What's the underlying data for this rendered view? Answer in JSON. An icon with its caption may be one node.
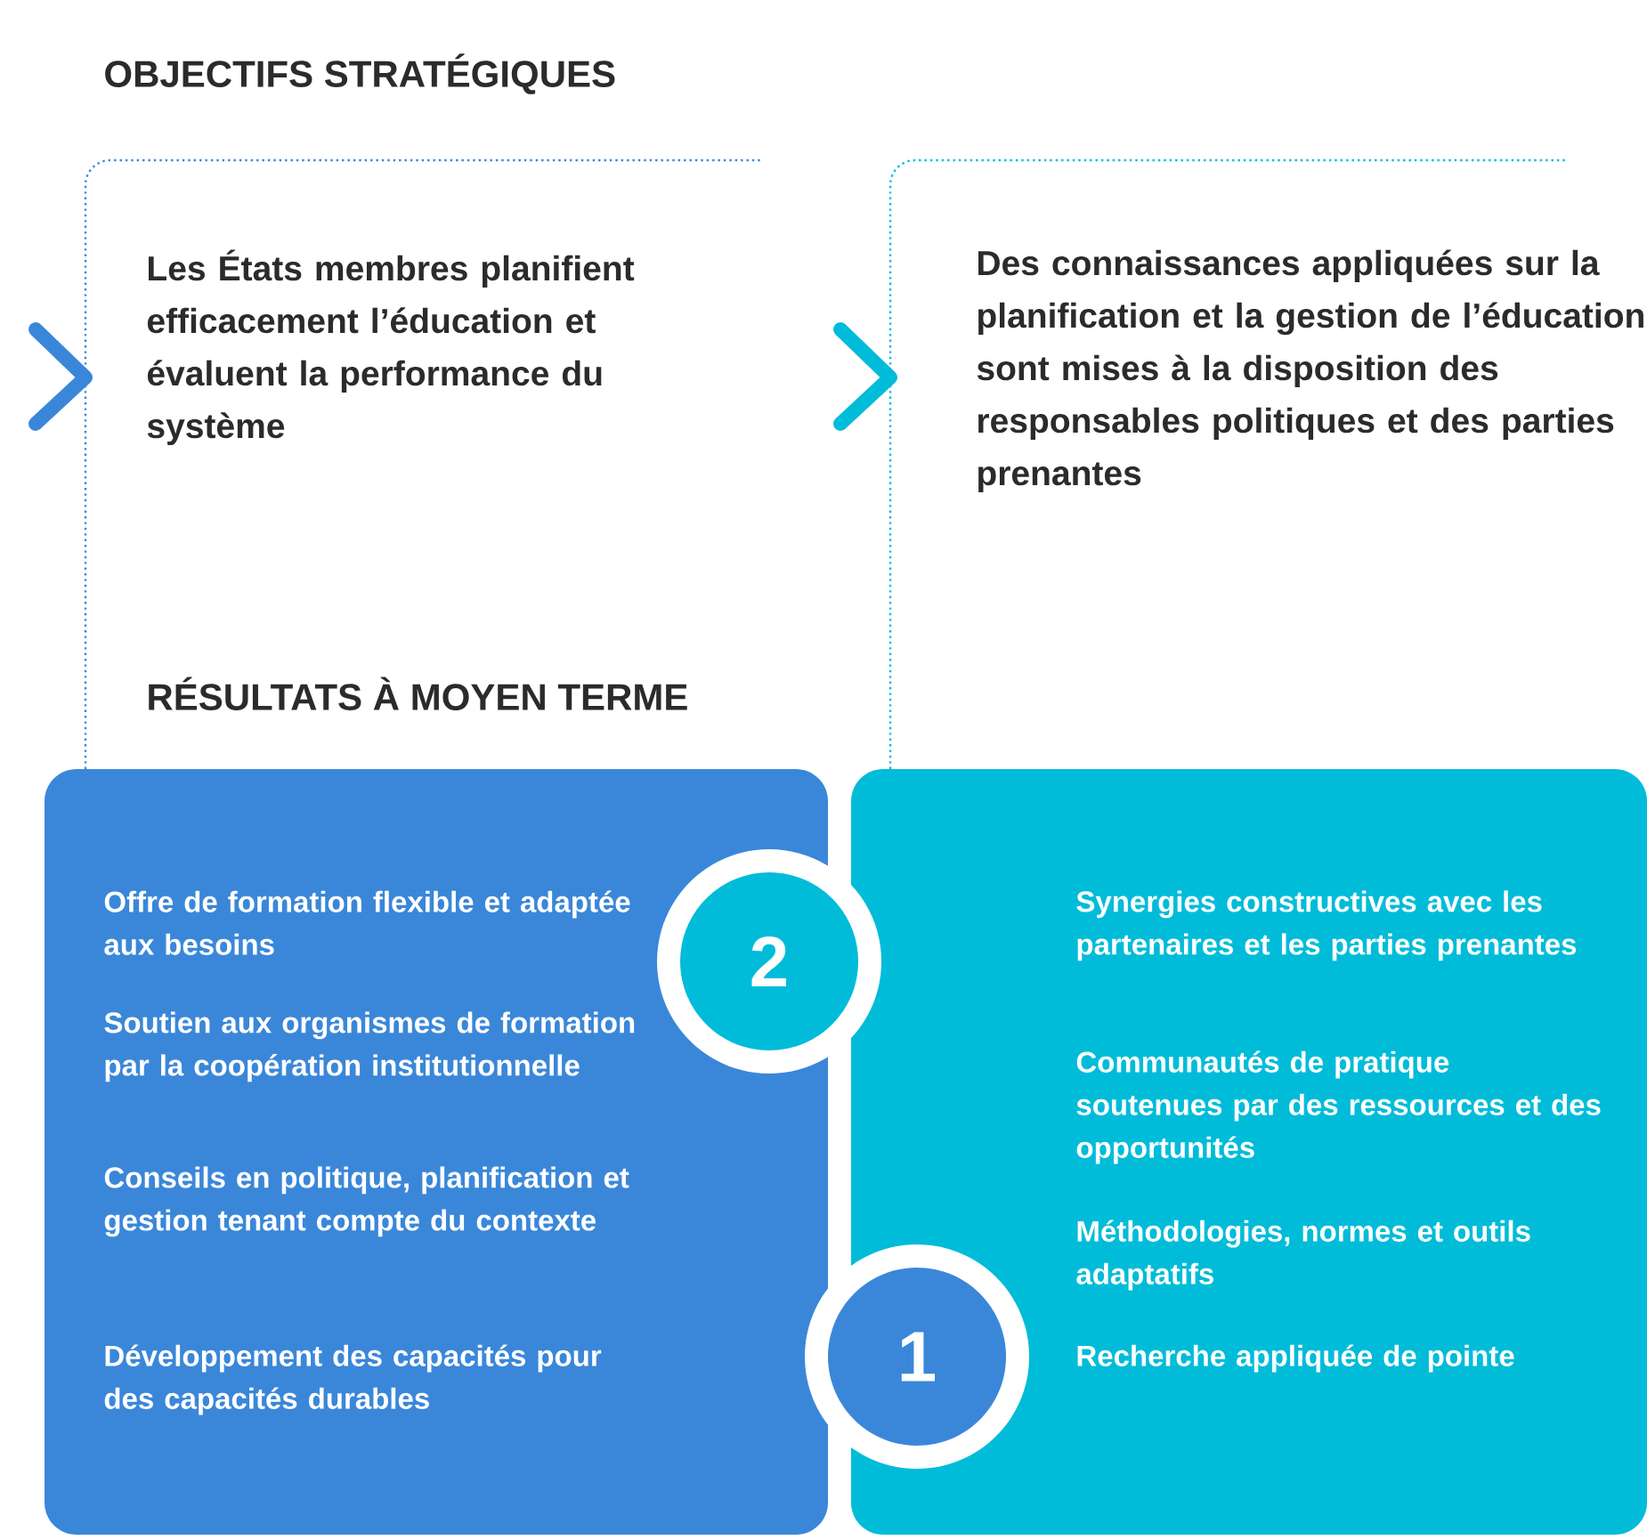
{
  "diagram": {
    "title": "OBJECTIFS STRATÉGIQUES",
    "nodes": [
      {
        "text": [
          "Les États membres planifient efficacement l’éducation et évaluent la performance du système"
        ]
      },
      {
        "text": [
          "Des connaissances appliquées sur la planification et la gestion de l’éducation sont mises à la disposition des responsables politiques et des parties prenantes"
        ]
      },
      {
        "text": [
          "Offre de formation flexible et adaptée aux besoins",
          "Soutien aux organismes de formation par la coopération institutionnelle",
          "Conseils en politique, planification et gestion tenant compte du contexte",
          "Développement des capacités pour des capacités durables"
        ]
      },
      {
        "text": [
          "Synergies constructives avec les partenaires et les parties prenantes",
          "Communautés de pratique soutenues par des ressources et des opportunités",
          "Méthodologies, normes et outils adaptatifs",
          "Recherche appliquée de pointe"
        ]
      },
      {
        "text": [
          "2"
        ]
      },
      {
        "text": [
          "1"
        ]
      }
    ],
    "labels": [
      "RÉSULTATS À MOYEN TERME"
    ]
  }
}
